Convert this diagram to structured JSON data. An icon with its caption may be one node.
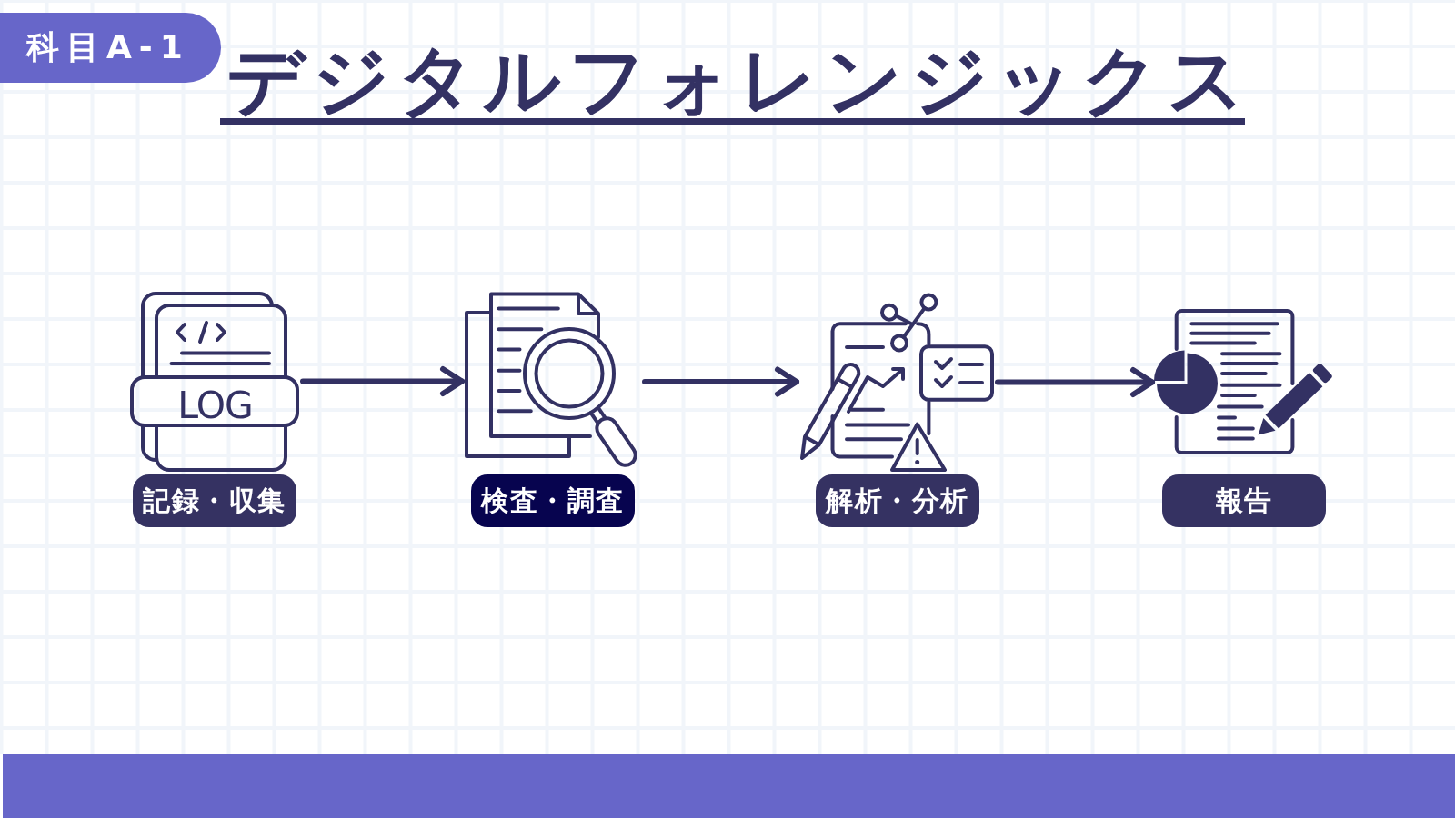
{
  "diagram": {
    "title": "デジタルフォレンジックス",
    "nodes": [
      {
        "text": [
          "科目A-1"
        ]
      },
      {
        "text": [
          "LOG"
        ]
      },
      {
        "text": [
          "記録・収集"
        ]
      },
      {
        "text": [],
        "shape": "picture"
      },
      {
        "text": [
          "検査・調査"
        ]
      },
      {
        "text": [],
        "shape": "picture"
      },
      {
        "text": [
          "解析・分析"
        ]
      },
      {
        "text": [],
        "shape": "picture"
      },
      {
        "text": [
          "報告"
        ]
      }
    ],
    "edges": [
      {
        "from": 1,
        "to": 3,
        "arrow": "to"
      },
      {
        "from": 3,
        "to": 5,
        "arrow": "to"
      },
      {
        "from": 5,
        "to": 7,
        "arrow": "to"
      }
    ]
  }
}
